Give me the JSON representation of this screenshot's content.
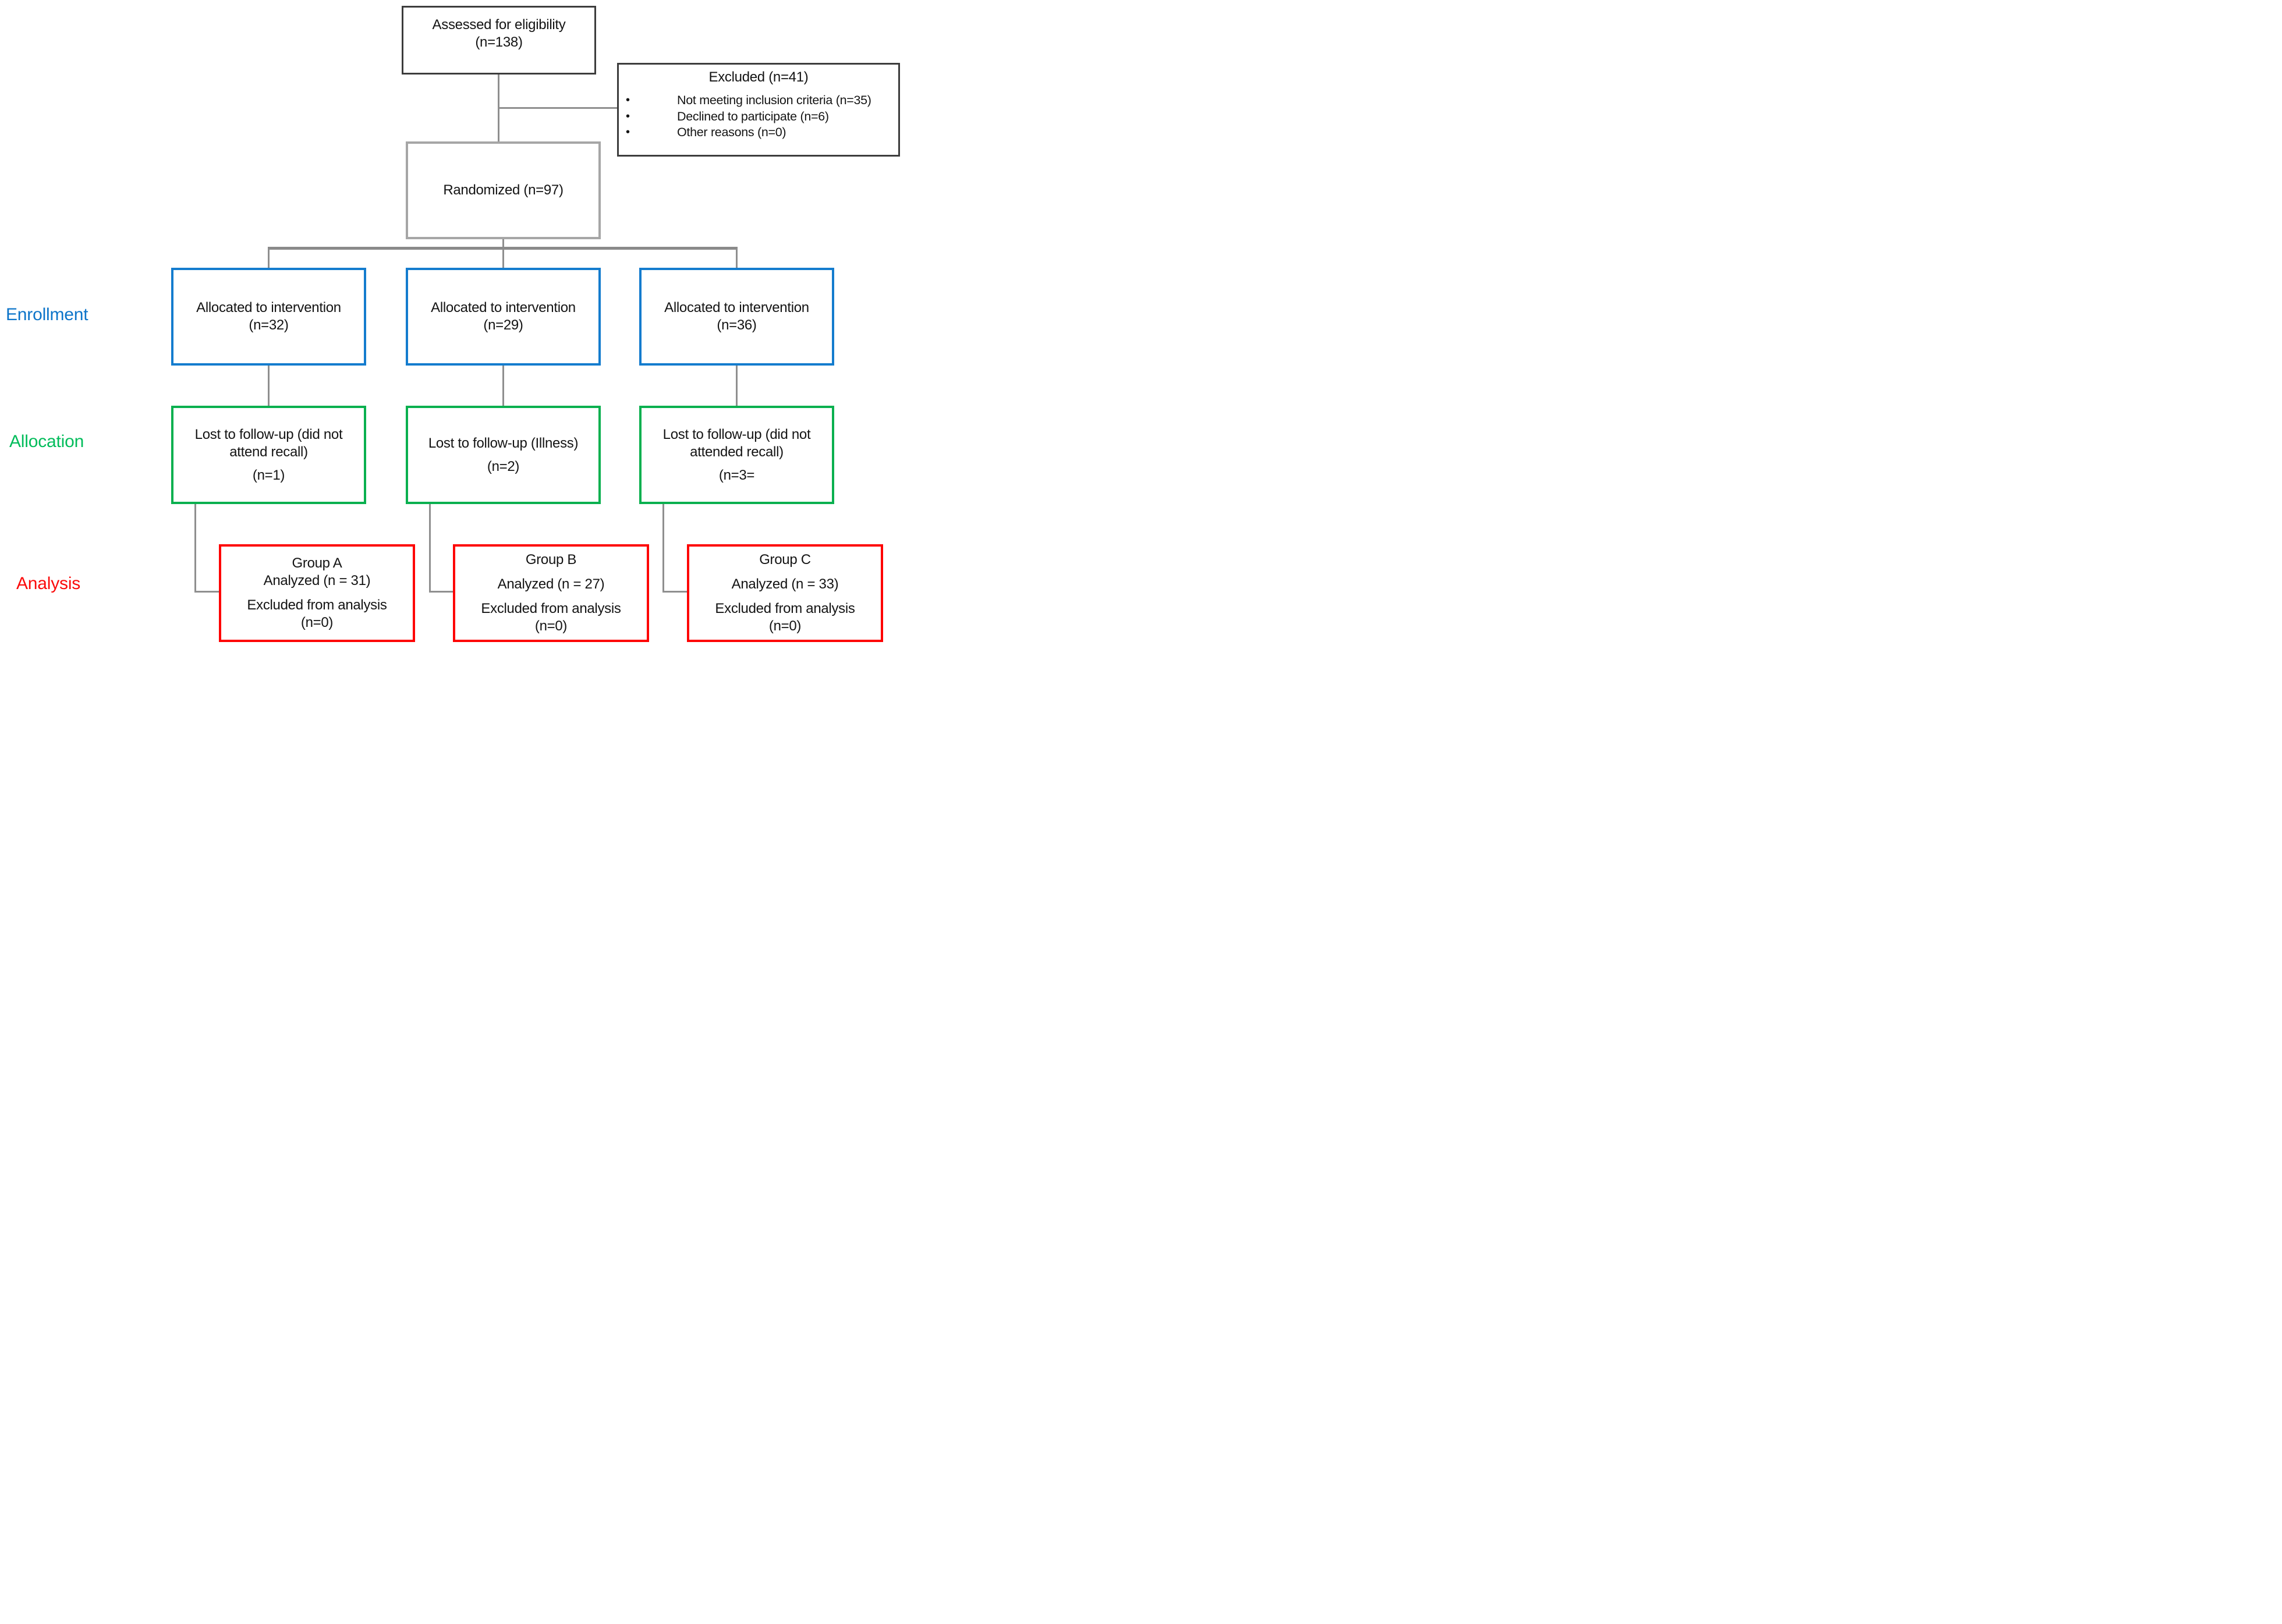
{
  "stage_labels": {
    "enrollment": "Enrollment",
    "allocation": "Allocation",
    "analysis": "Analysis"
  },
  "boxes": {
    "assessed": {
      "line1": "Assessed for eligibility",
      "line2": "(n=138)"
    },
    "excluded": {
      "title": "Excluded (n=41)",
      "bullet_glyph": "•",
      "bullets": [
        "Not meeting inclusion criteria (n=35)",
        "Declined to participate (n=6)",
        "Other reasons (n=0)"
      ]
    },
    "randomized": {
      "text": "Randomized (n=97)"
    },
    "allocated": [
      {
        "line1": "Allocated to intervention",
        "line2": "(n=32)"
      },
      {
        "line1": "Allocated to intervention",
        "line2": "(n=29)"
      },
      {
        "line1": "Allocated to intervention",
        "line2": "(n=36)"
      }
    ],
    "followup": [
      {
        "line1": "Lost to follow-up (did not attend recall)",
        "line2": "(n=1)"
      },
      {
        "line1": "Lost to follow-up (Illness)",
        "line2": "(n=2)"
      },
      {
        "line1": "Lost to follow-up (did not attended recall)",
        "line2": "(n=3="
      }
    ],
    "analysis": [
      {
        "group": "Group A",
        "analyzed": "Analyzed (n = 31)",
        "excluded_line1": "Excluded from analysis",
        "excluded_line2": "(n=0)"
      },
      {
        "group": "Group B",
        "analyzed": "Analyzed (n = 27)",
        "excluded_line1": "Excluded from analysis",
        "excluded_line2": "(n=0)"
      },
      {
        "group": "Group C",
        "analyzed": "Analyzed (n = 33)",
        "excluded_line1": "Excluded from analysis",
        "excluded_line2": "(n=0)"
      }
    ]
  },
  "colors": {
    "enrollment_label_blue": "#0c74c9",
    "allocation_label_green": "#00bc5a",
    "analysis_label_red": "#fb0b0b",
    "box_border_blue": "#147cce",
    "box_border_green": "#0ab04f",
    "box_border_red": "#fe0202",
    "box_border_gray": "#a6a6a6",
    "box_border_dark": "#3c3c3c",
    "connector_gray": "#8f8f8f"
  }
}
